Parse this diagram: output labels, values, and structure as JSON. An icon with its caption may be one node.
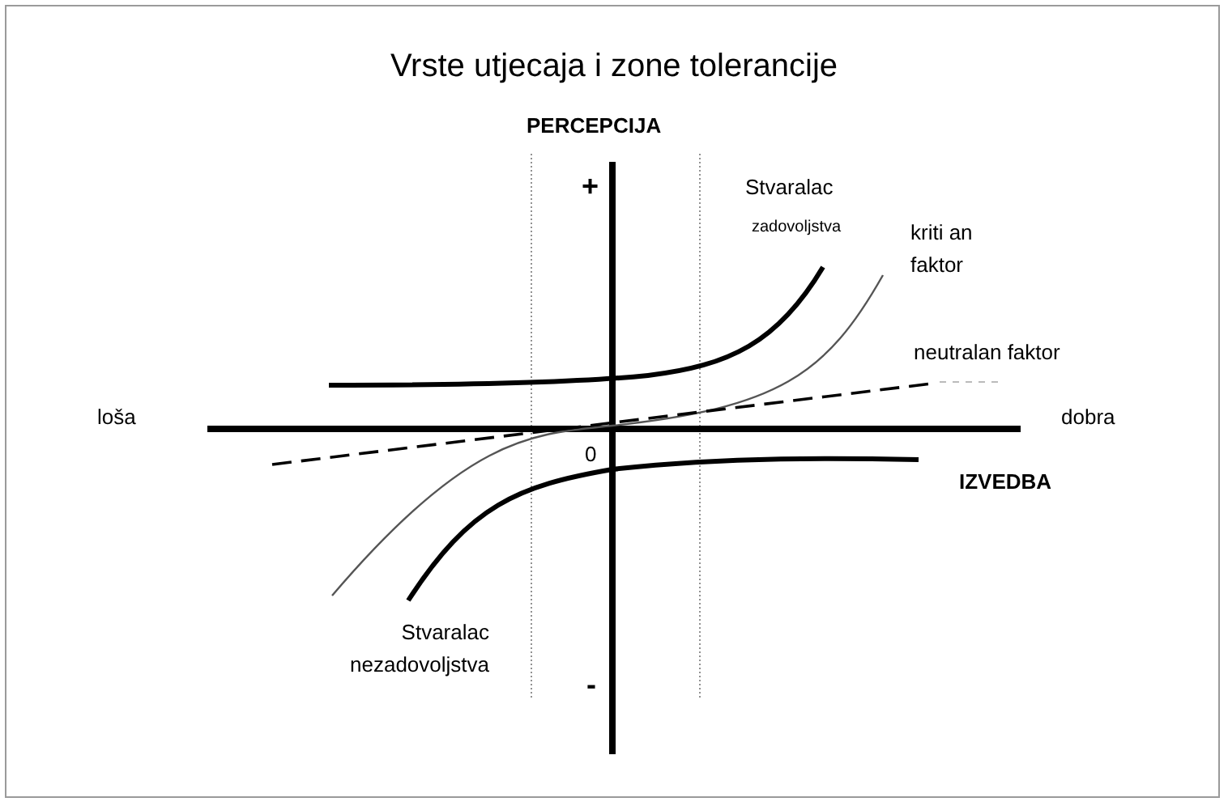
{
  "diagram": {
    "title": "Vrste utjecaja i zone tolerancije",
    "labels": [
      "PERCEPCIJA",
      "+",
      "Stvaralac",
      "zadovoljstva",
      "kriti an faktor",
      "neutralan faktor",
      "loša",
      "dobra",
      "0",
      "IZVEDBA",
      "Stvaralac nezadovoljstva",
      "-"
    ]
  }
}
